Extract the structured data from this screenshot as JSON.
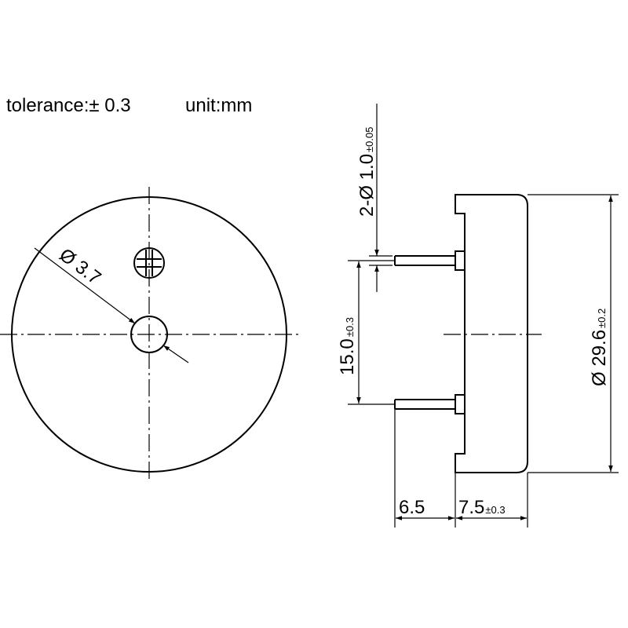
{
  "header": {
    "tolerance": "tolerance:± 0.3",
    "unit": "unit:mm"
  },
  "front_view": {
    "hole_diameter": "Ø 3.7"
  },
  "side_view": {
    "pin_diameter_main": "2-Ø 1.0",
    "pin_diameter_tol": "±0.05",
    "pin_spacing_main": "15.0",
    "pin_spacing_tol": "±0.3",
    "body_diameter_main": "Ø 29.6",
    "body_diameter_tol": "±0.2",
    "pin_length": "6.5",
    "body_height_main": "7.5",
    "body_height_tol": "±0.3"
  }
}
